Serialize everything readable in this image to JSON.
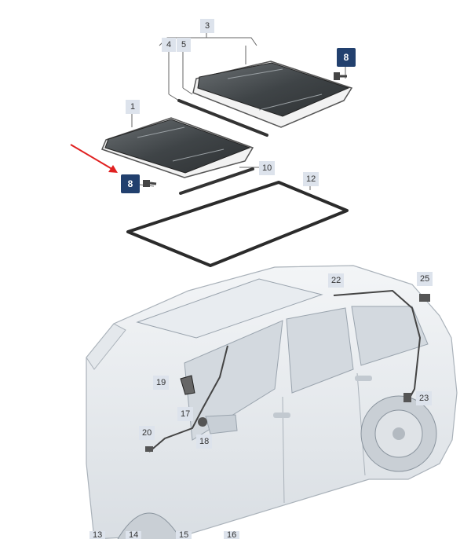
{
  "callouts": {
    "c1": "1",
    "c3": "3",
    "c4": "4",
    "c5": "5",
    "c8_top": "8",
    "c8_left": "8",
    "c10": "10",
    "c12": "12",
    "c17": "17",
    "c18": "18",
    "c19": "19",
    "c20": "20",
    "c22": "22",
    "c23": "23",
    "c25": "25",
    "c13": "13",
    "c14": "14",
    "c15": "15",
    "c16": "16"
  },
  "colors": {
    "glass": "#4a4f52",
    "highlight_callout": "#22406e",
    "callout_bg": "#dde3ec",
    "arrow": "#e02020"
  },
  "icons": {
    "arrow": "red-arrow-pointer"
  }
}
